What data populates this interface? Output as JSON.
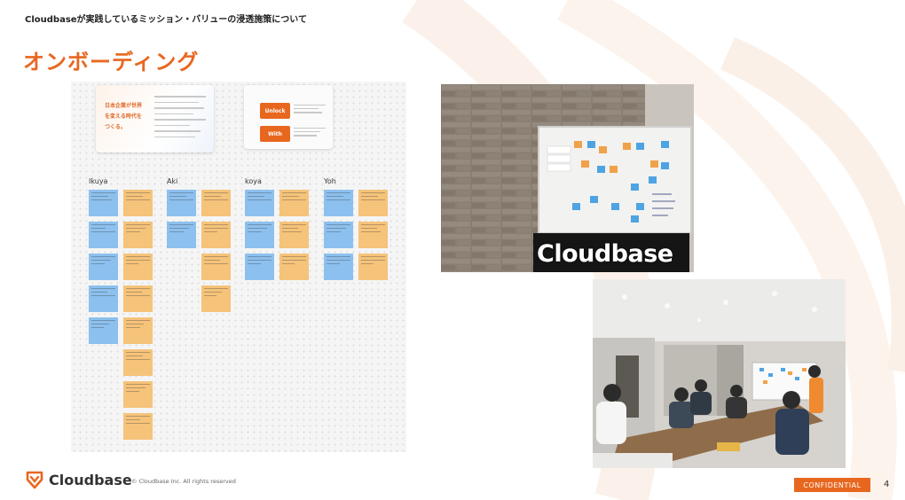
{
  "header": {
    "breadcrumb": "Cloudbaseが実践しているミッション・バリューの浸透施策について",
    "title": "オンボーディング"
  },
  "board": {
    "mission_text": "日本企業が世界を変える時代をつくる。",
    "values": [
      "Unlock",
      "With"
    ],
    "members": [
      "Ikuya",
      "Aki",
      "koya",
      "Yoh"
    ]
  },
  "photos": {
    "whiteboard_sign": "Cloudbase"
  },
  "footer": {
    "brand": "Cloudbase",
    "copyright": "© Cloudbase Inc. All rights reserved",
    "confidential": "CONFIDENTIAL",
    "page_number": "4"
  },
  "colors": {
    "accent": "#e8671f",
    "sticky_blue": "#8cc0ee",
    "sticky_orange": "#f6c37a"
  }
}
